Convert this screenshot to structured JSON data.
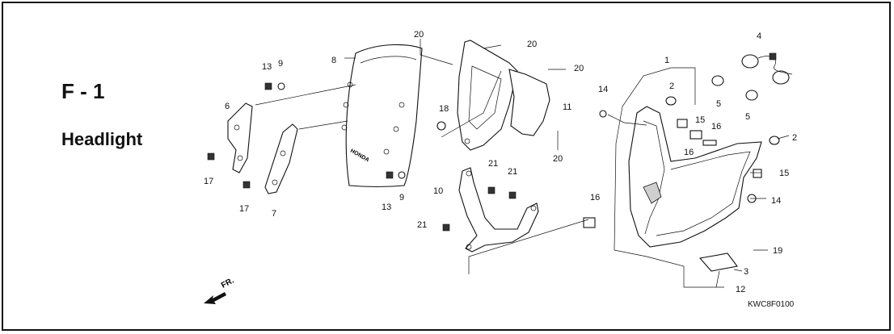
{
  "section": {
    "code": "F - 1",
    "title": "Headlight"
  },
  "drawing_code": "KWC8F0100",
  "direction_label": "FR.",
  "windscreen_logo": "HONDA",
  "callouts": [
    {
      "id": "c1",
      "number": "1"
    },
    {
      "id": "c2a",
      "number": "2"
    },
    {
      "id": "c2b",
      "number": "2"
    },
    {
      "id": "c3",
      "number": "3"
    },
    {
      "id": "c4",
      "number": "4"
    },
    {
      "id": "c5a",
      "number": "5"
    },
    {
      "id": "c5b",
      "number": "5"
    },
    {
      "id": "c6",
      "number": "6"
    },
    {
      "id": "c7",
      "number": "7"
    },
    {
      "id": "c8",
      "number": "8"
    },
    {
      "id": "c9a",
      "number": "9"
    },
    {
      "id": "c9b",
      "number": "9"
    },
    {
      "id": "c10",
      "number": "10"
    },
    {
      "id": "c11",
      "number": "11"
    },
    {
      "id": "c12",
      "number": "12"
    },
    {
      "id": "c13a",
      "number": "13"
    },
    {
      "id": "c13b",
      "number": "13"
    },
    {
      "id": "c14a",
      "number": "14"
    },
    {
      "id": "c14b",
      "number": "14"
    },
    {
      "id": "c15a",
      "number": "15"
    },
    {
      "id": "c15b",
      "number": "15"
    },
    {
      "id": "c16a",
      "number": "16"
    },
    {
      "id": "c16b",
      "number": "16"
    },
    {
      "id": "c16c",
      "number": "16"
    },
    {
      "id": "c17a",
      "number": "17"
    },
    {
      "id": "c17b",
      "number": "17"
    },
    {
      "id": "c18",
      "number": "18"
    },
    {
      "id": "c19",
      "number": "19"
    },
    {
      "id": "c20a",
      "number": "20"
    },
    {
      "id": "c20b",
      "number": "20"
    },
    {
      "id": "c20c",
      "number": "20"
    },
    {
      "id": "c20d",
      "number": "20"
    },
    {
      "id": "c21a",
      "number": "21"
    },
    {
      "id": "c21b",
      "number": "21"
    },
    {
      "id": "c21c",
      "number": "21"
    }
  ]
}
